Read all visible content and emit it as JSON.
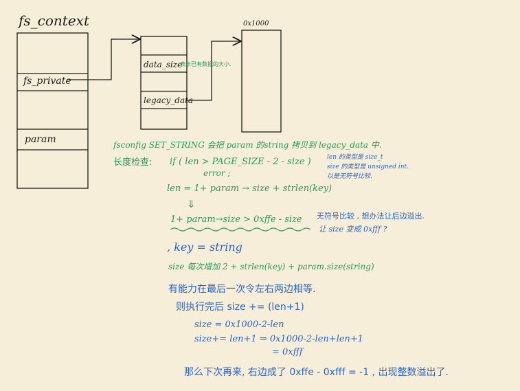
{
  "fs_context": {
    "title": "fs_context",
    "fields": [
      "fs_private",
      "param"
    ]
  },
  "private_struct": {
    "fields": [
      {
        "name": "data_size",
        "note": "表示已有数据的大小."
      },
      {
        "name": "legacy_data"
      }
    ]
  },
  "buffer": {
    "address": "0x1000"
  },
  "notes": {
    "line1": "fsconfig SET_STRING 会把 param 的string 拷贝到 legacy_data 中.",
    "check_label": "长度检查:",
    "check_if": "if ( len > PAGE_SIZE - 2 - size )",
    "check_error": "error ;",
    "type_note_1": "len 的类型是 size_t",
    "type_note_2": "size 的类型是 unsigned int.",
    "type_note_3": "以是无符号比较.",
    "eq1": "len = 1+ param → size + strlen(key)",
    "arrow_down": "⇓",
    "eq2": "1+ param→size > 0xffe - size",
    "side_note_1": "无符号比较 , 想办法让后边溢出.",
    "side_note_2": "让 size 变成 0xfff ?",
    "key_eq": ", key = string",
    "size_inc": "size 每次增加 2 + strlen(key) + param.size(string)",
    "cn1": "有能力在最后一次令左右两边相等.",
    "cn2": "则执行完后 size += (len+1)",
    "calc1": "size = 0x1000-2-len",
    "calc2": "size+= len+1   ⇒ 0x1000-2-len+len+1",
    "calc3": "= 0xfff",
    "final": "那么下次再来, 右边成了 0xffe - 0xfff = -1 , 出现整数溢出了."
  },
  "colors": {
    "ink": "#1b1b1b",
    "green": "#2a9a58",
    "blue": "#2a64c8",
    "paper": "#f6eed8"
  }
}
